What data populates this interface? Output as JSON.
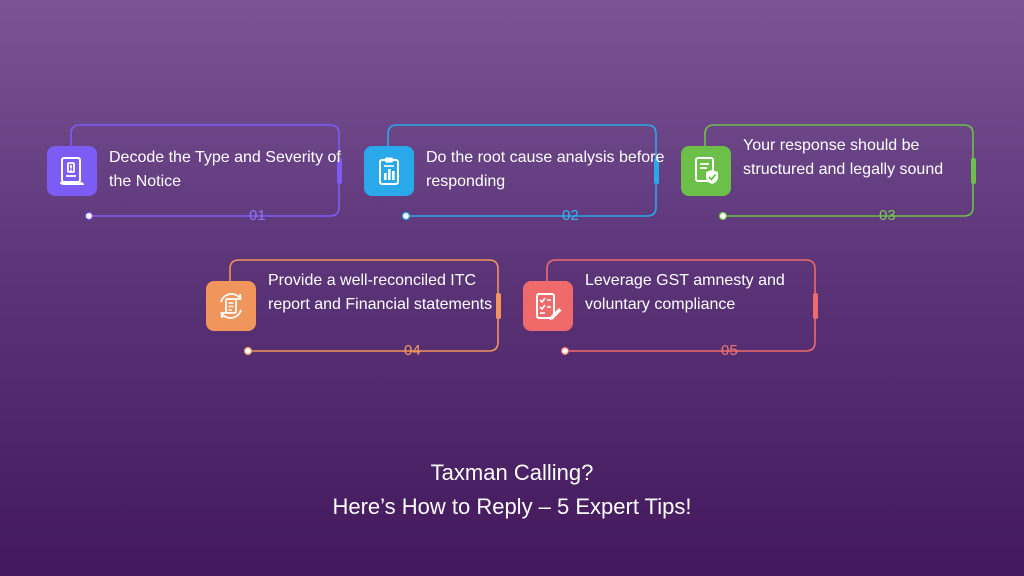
{
  "title_line1": "Taxman Calling?",
  "title_line2": "Here’s How to Reply – 5 Expert Tips!",
  "tips": [
    {
      "number": "01",
      "text": "Decode the Type and Severity of the Notice",
      "color": "#7d5cf6",
      "icon": "notice-document-icon"
    },
    {
      "number": "02",
      "text": "Do the root cause analysis before responding",
      "color": "#29a8ea",
      "icon": "clipboard-chart-icon"
    },
    {
      "number": "03",
      "text": "Your response should be structured and legally sound",
      "color": "#6cc04a",
      "icon": "document-shield-icon"
    },
    {
      "number": "04",
      "text": "Provide a well-reconciled ITC report and Financial statements",
      "color": "#f0955b",
      "icon": "refresh-clipboard-icon"
    },
    {
      "number": "05",
      "text": "Leverage GST amnesty and voluntary compliance",
      "color": "#ef6a6a",
      "icon": "checklist-pen-icon"
    }
  ]
}
